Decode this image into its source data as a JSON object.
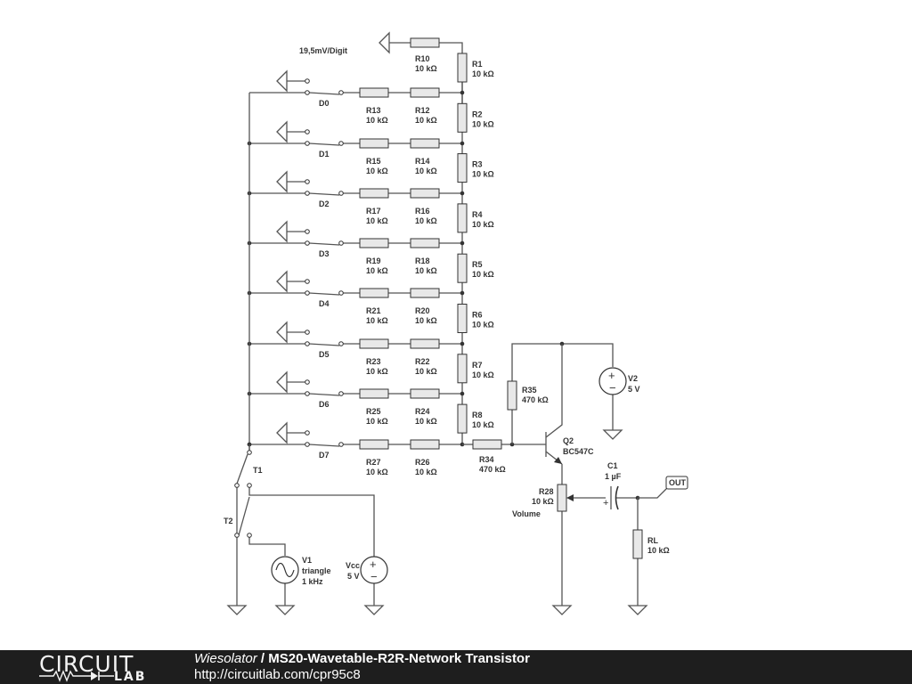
{
  "schematic": {
    "scale_label": "19,5mV/Digit",
    "resistors": [
      {
        "id": "R10",
        "name": "R10",
        "value": "10 kΩ"
      },
      {
        "id": "R1",
        "name": "R1",
        "value": "10 kΩ"
      },
      {
        "id": "R2",
        "name": "R2",
        "value": "10 kΩ"
      },
      {
        "id": "R3",
        "name": "R3",
        "value": "10 kΩ"
      },
      {
        "id": "R4",
        "name": "R4",
        "value": "10 kΩ"
      },
      {
        "id": "R5",
        "name": "R5",
        "value": "10 kΩ"
      },
      {
        "id": "R6",
        "name": "R6",
        "value": "10 kΩ"
      },
      {
        "id": "R7",
        "name": "R7",
        "value": "10 kΩ"
      },
      {
        "id": "R8",
        "name": "R8",
        "value": "10 kΩ"
      },
      {
        "id": "R13",
        "name": "R13",
        "value": "10 kΩ"
      },
      {
        "id": "R12",
        "name": "R12",
        "value": "10 kΩ"
      },
      {
        "id": "R15",
        "name": "R15",
        "value": "10 kΩ"
      },
      {
        "id": "R14",
        "name": "R14",
        "value": "10 kΩ"
      },
      {
        "id": "R17",
        "name": "R17",
        "value": "10 kΩ"
      },
      {
        "id": "R16",
        "name": "R16",
        "value": "10 kΩ"
      },
      {
        "id": "R19",
        "name": "R19",
        "value": "10 kΩ"
      },
      {
        "id": "R18",
        "name": "R18",
        "value": "10 kΩ"
      },
      {
        "id": "R21",
        "name": "R21",
        "value": "10 kΩ"
      },
      {
        "id": "R20",
        "name": "R20",
        "value": "10 kΩ"
      },
      {
        "id": "R23",
        "name": "R23",
        "value": "10 kΩ"
      },
      {
        "id": "R22",
        "name": "R22",
        "value": "10 kΩ"
      },
      {
        "id": "R25",
        "name": "R25",
        "value": "10 kΩ"
      },
      {
        "id": "R24",
        "name": "R24",
        "value": "10 kΩ"
      },
      {
        "id": "R27",
        "name": "R27",
        "value": "10 kΩ"
      },
      {
        "id": "R26",
        "name": "R26",
        "value": "10 kΩ"
      },
      {
        "id": "R34",
        "name": "R34",
        "value": "470 kΩ"
      },
      {
        "id": "R35",
        "name": "R35",
        "value": "470 kΩ"
      },
      {
        "id": "RL",
        "name": "RL",
        "value": "10 kΩ"
      }
    ],
    "switches": [
      {
        "id": "D0",
        "label": "D0"
      },
      {
        "id": "D1",
        "label": "D1"
      },
      {
        "id": "D2",
        "label": "D2"
      },
      {
        "id": "D3",
        "label": "D3"
      },
      {
        "id": "D4",
        "label": "D4"
      },
      {
        "id": "D5",
        "label": "D5"
      },
      {
        "id": "D6",
        "label": "D6"
      },
      {
        "id": "D7",
        "label": "D7"
      },
      {
        "id": "T1",
        "label": "T1"
      },
      {
        "id": "T2",
        "label": "T2"
      }
    ],
    "sources": {
      "v1": {
        "name": "V1",
        "line2": "triangle",
        "line3": "1 kHz"
      },
      "vcc": {
        "name": "Vcc",
        "value": "5 V"
      },
      "v2": {
        "name": "V2",
        "value": "5 V"
      }
    },
    "transistor": {
      "name": "Q2",
      "part": "BC547C"
    },
    "capacitor": {
      "name": "C1",
      "value": "1 µF",
      "polarity": "+"
    },
    "potentiometer": {
      "name": "R28",
      "value": "10 kΩ",
      "label": "Volume"
    },
    "output_label": "OUT"
  },
  "footer": {
    "logo_top": "CIRCUIT",
    "logo_bottom": "LAB",
    "author": "Wiesolator",
    "separator": " / ",
    "title": "MS20-Wavetable-R2R-Network Transistor",
    "url": "http://circuitlab.com/cpr95c8"
  }
}
